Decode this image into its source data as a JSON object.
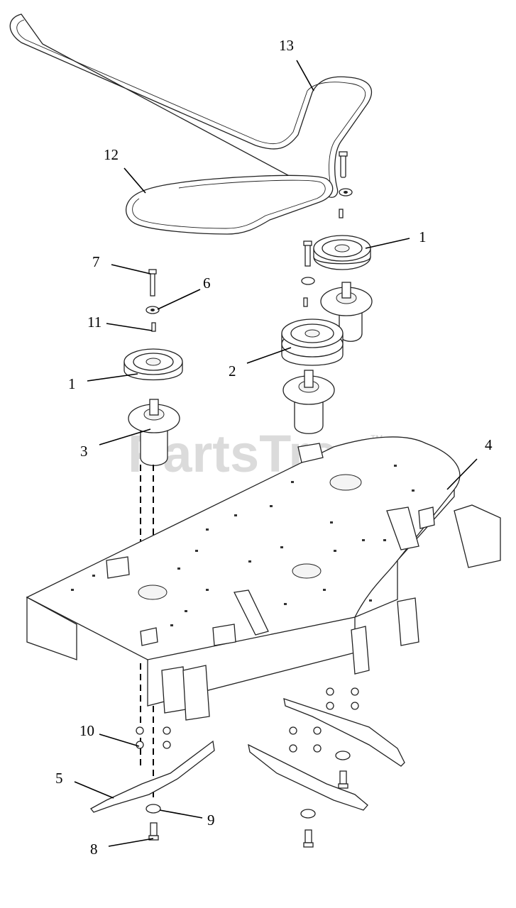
{
  "watermark": "PartsTree",
  "trademark": "TM",
  "callouts": {
    "belt_upper": "13",
    "belt_lower": "12",
    "pulley_right": "1",
    "pulley_left": "1",
    "double_pulley": "2",
    "spindle_left": "3",
    "deck": "4",
    "blade_left": "5",
    "washer": "6",
    "bolt_top": "7",
    "bolt_bottom": "8",
    "washer_bottom": "9",
    "nut": "10",
    "key": "11"
  }
}
